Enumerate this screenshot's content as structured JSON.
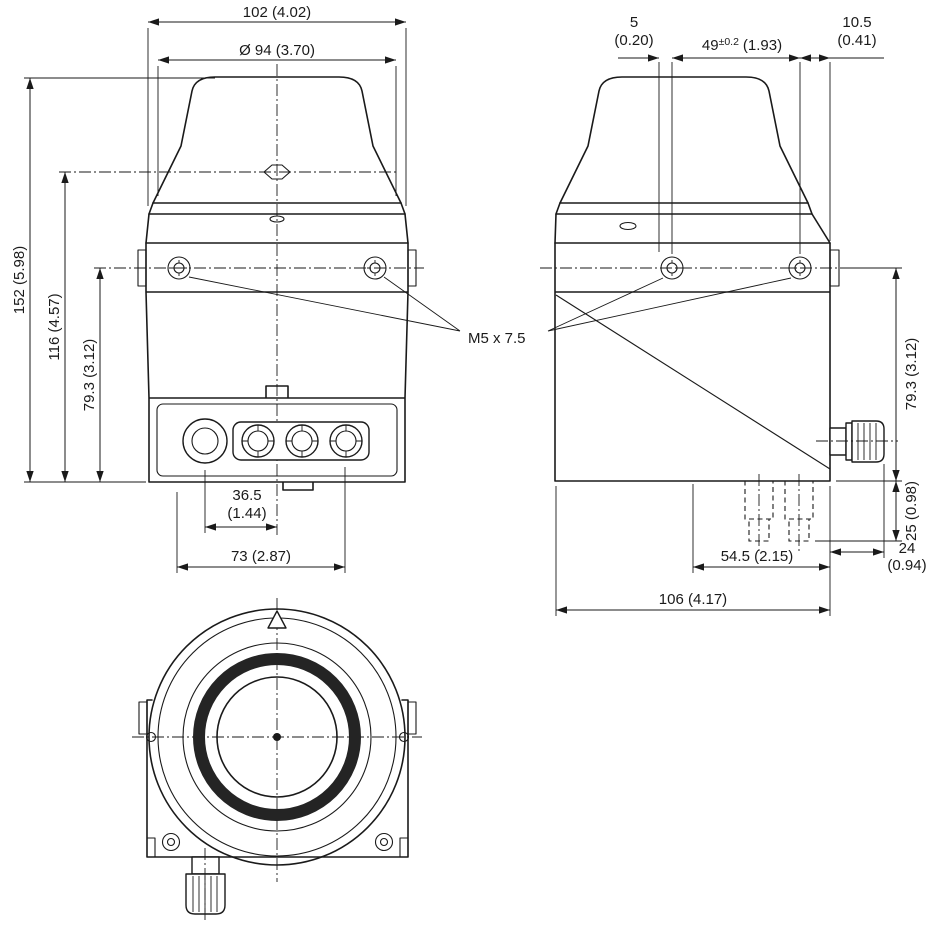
{
  "front_view": {
    "width": "102 (4.02)",
    "cover_diameter": "Ø 94 (3.70)",
    "height_total": "152 (5.98)",
    "height_scan_plane": "116 (4.57)",
    "height_mount": "79.3 (3.12)",
    "gland_offset": {
      "mm": "36.5",
      "inch": "(1.44)"
    },
    "connector_span": "73 (2.87)"
  },
  "side_view": {
    "front_gap": {
      "mm": "5",
      "inch": "(0.20)"
    },
    "hole_span": {
      "value": "49",
      "tolerance": "±0.2",
      "inch": "(1.93)"
    },
    "rear_offset": {
      "mm": "10.5",
      "inch": "(0.41)"
    },
    "height_mount": "79.3 (3.12)",
    "plug_depth": "25 (0.98)",
    "gland_protrusion": {
      "mm": "24",
      "inch": "(0.94)"
    },
    "depth_rear": "54.5 (2.15)",
    "depth_total": "106 (4.17)"
  },
  "labels": {
    "mounting_thread": "M5 x 7.5"
  },
  "colors": {
    "line": "#1a1a1a",
    "background": "#ffffff"
  }
}
